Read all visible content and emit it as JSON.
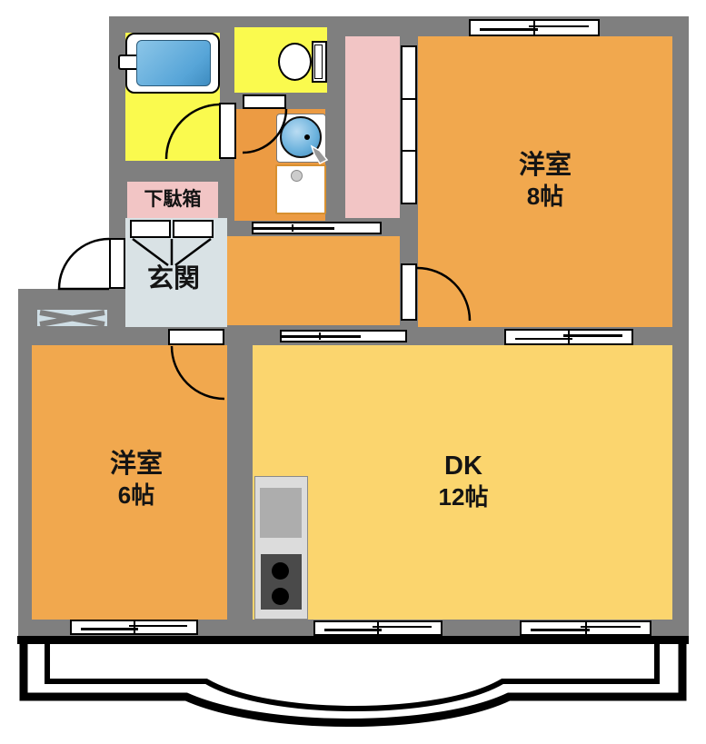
{
  "rooms": {
    "western8": {
      "name": "洋室",
      "size": "8帖"
    },
    "western6": {
      "name": "洋室",
      "size": "6帖"
    },
    "dk": {
      "name": "DK",
      "size": "12帖"
    },
    "entrance": {
      "name": "玄関"
    },
    "shoe_cabinet": {
      "name": "下駄箱"
    }
  },
  "colors": {
    "wall": "#7F7F7F",
    "room-orange": "#F1A84E",
    "washroom-orange": "#EC9B43",
    "dk-yellow": "#FBD56E",
    "bath-yellow": "#FAFA4E",
    "pink": "#F2C5C5",
    "entrance-blue": "#D9E2E5",
    "shaft-blue": "#CFDEE5",
    "tub-blue": "#57A5D8",
    "counter-gray": "#DCDCDC",
    "sink-gray": "#ADADAD",
    "stove-gray": "#4A4A4A",
    "line": "#000000"
  }
}
